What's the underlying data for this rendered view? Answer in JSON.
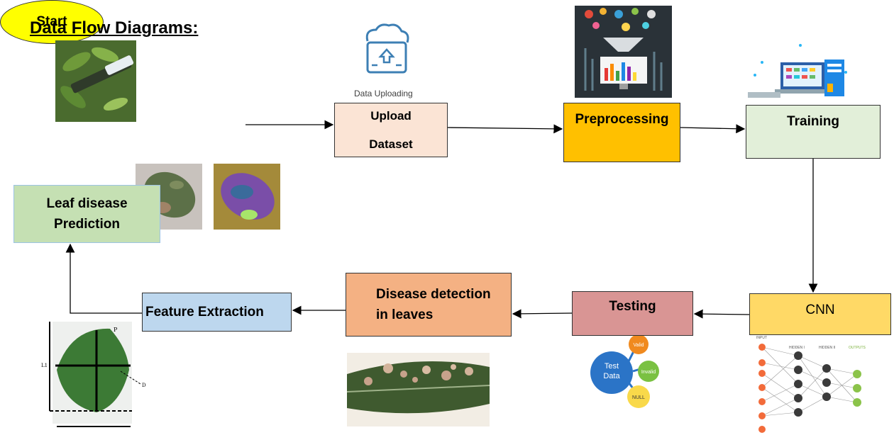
{
  "title": "Data Flow Diagrams:",
  "caption": "Data Uploading",
  "nodes": {
    "start": "Start",
    "upload_line1": "Upload",
    "upload_line2": "Dataset",
    "preprocessing": "Preprocessing",
    "training": "Training",
    "cnn": "CNN",
    "testing": "Testing",
    "disease_line1": "Disease detection",
    "disease_line2": "in leaves",
    "feature": "Feature Extraction",
    "leaf_line1": "Leaf disease",
    "leaf_line2": "Prediction"
  },
  "test_data": {
    "center": "Test Data",
    "valid": "Valid",
    "invalid": "Invalid",
    "null": "NULL"
  },
  "nn_labels": [
    "INPUT",
    "HIDDEN I",
    "HIDDEN II",
    "OUTPUTS"
  ],
  "leaf_measure_labels": [
    "P",
    "L1",
    "D"
  ],
  "colors": {
    "start": "#ffff00",
    "preprocessing": "#ffc000",
    "cnn": "#ffd966",
    "testing": "#d99594",
    "disease": "#f4b183",
    "feature": "#bdd7ee",
    "training": "#e2efd9",
    "leaf_prediction": "#c5e0b3"
  }
}
